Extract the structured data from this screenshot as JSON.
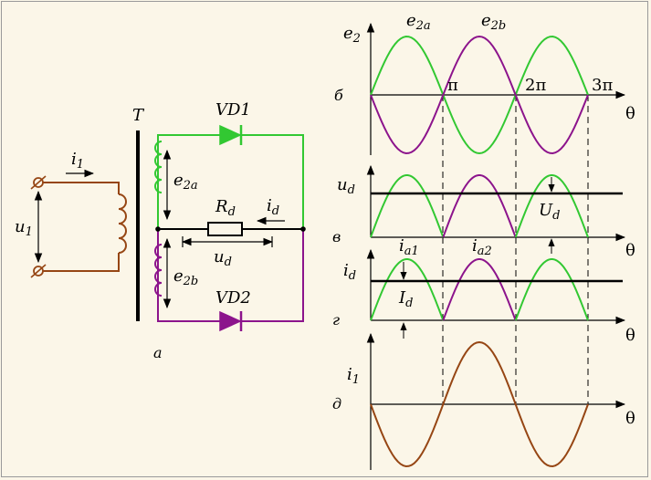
{
  "colors": {
    "background": "#fbf6e8",
    "green_branch": "#32c832",
    "purple_branch": "#8c148c",
    "primary_brown": "#964614",
    "axis": "#000000"
  },
  "circuit": {
    "label_a": "а",
    "transformer": {
      "name": "T"
    },
    "primary": {
      "voltage": "u",
      "voltage_sub": "1",
      "current": "i",
      "current_sub": "1"
    },
    "secondary_top": {
      "emf": "e",
      "emf_sub": "2a"
    },
    "secondary_bottom": {
      "emf": "e",
      "emf_sub": "2b"
    },
    "diode_top": {
      "name": "VD1"
    },
    "diode_bottom": {
      "name": "VD2"
    },
    "resistor": {
      "name": "R",
      "sub": "d"
    },
    "load_current": {
      "name": "i",
      "sub": "d"
    },
    "load_voltage": {
      "name": "u",
      "sub": "d"
    }
  },
  "graphs": {
    "b": {
      "panel_label": "б",
      "y": "e",
      "y_sub": "2",
      "wave_a": "e",
      "wave_a_sub": "2a",
      "wave_b": "e",
      "wave_b_sub": "2b",
      "ticks": [
        "π",
        "2π",
        "3π"
      ],
      "x": "θ"
    },
    "v": {
      "panel_label": "в",
      "y": "u",
      "y_sub": "d",
      "avg": "U",
      "avg_sub": "d",
      "x": "θ"
    },
    "g": {
      "panel_label": "г",
      "y": "i",
      "y_sub": "d",
      "peak_a": "i",
      "peak_a_sub": "a1",
      "peak_b": "i",
      "peak_b_sub": "a2",
      "avg": "I",
      "avg_sub": "d",
      "x": "θ"
    },
    "d": {
      "panel_label": "д",
      "y": "i",
      "y_sub": "1",
      "x": "θ"
    }
  }
}
